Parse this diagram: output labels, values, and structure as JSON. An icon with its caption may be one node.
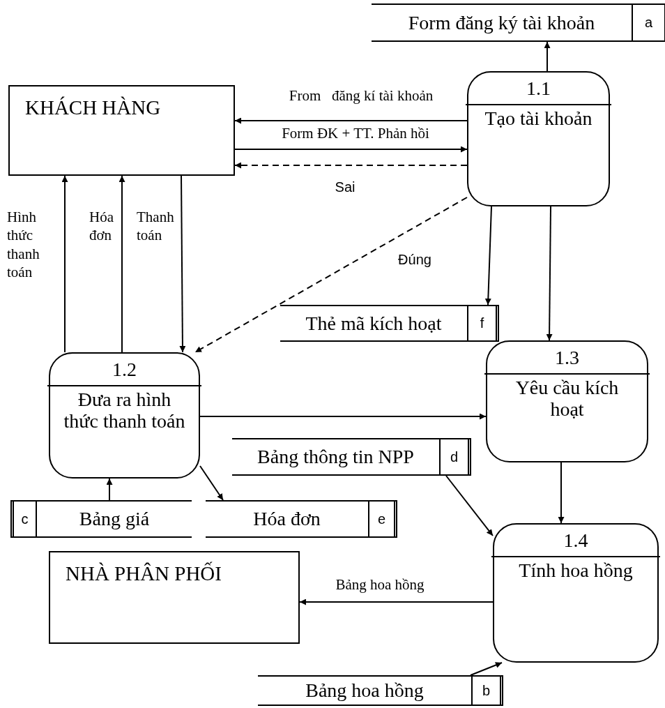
{
  "diagram": {
    "nodes": [
      {
        "text": [
          "Form đăng ký tài khoản",
          "a"
        ]
      },
      {
        "text": [
          "KHÁCH HÀNG"
        ]
      },
      {
        "text": [
          "1.1",
          "Tạo tài khoản"
        ]
      },
      {
        "text": [
          "Thẻ mã kích hoạt",
          "f"
        ]
      },
      {
        "text": [
          "1.2",
          "Đưa ra hình thức thanh toán"
        ]
      },
      {
        "text": [
          "1.3",
          "Yêu cầu kích hoạt"
        ]
      },
      {
        "text": [
          "Bảng thông tin NPP",
          "d"
        ]
      },
      {
        "text": [
          "c",
          "Bảng giá"
        ]
      },
      {
        "text": [
          "Hóa đơn",
          "e"
        ]
      },
      {
        "text": [
          "NHÀ PHÂN PHỐI"
        ]
      },
      {
        "text": [
          "1.4",
          "Tính hoa hồng"
        ]
      },
      {
        "text": [
          "Bảng hoa hồng",
          "b"
        ]
      }
    ],
    "edges": [
      {
        "from": 2,
        "to": 0,
        "arrow": "to"
      },
      {
        "from": 2,
        "to": 1,
        "arrow": "to",
        "label": "From   đăng kí tài khoản"
      },
      {
        "from": 1,
        "to": 2,
        "arrow": "to",
        "label": "Form ĐK + TT. Phản hồi"
      },
      {
        "from": 2,
        "to": 1,
        "arrow": "to",
        "label": "Sai",
        "style": "dashed"
      },
      {
        "from": 4,
        "to": 1,
        "arrow": "to",
        "label": "Hình thức thanh toán"
      },
      {
        "from": 4,
        "to": 1,
        "arrow": "to",
        "label": "Hóa đơn"
      },
      {
        "from": 1,
        "to": 4,
        "arrow": "to",
        "label": "Thanh toán"
      },
      {
        "from": 2,
        "to": 4,
        "arrow": "to",
        "label": "Đúng",
        "style": "dashed"
      },
      {
        "from": 2,
        "to": 3,
        "arrow": "to"
      },
      {
        "from": 2,
        "to": 5,
        "arrow": "to"
      },
      {
        "from": 4,
        "to": 5,
        "arrow": "to"
      },
      {
        "from": 4,
        "to": 8,
        "arrow": "to"
      },
      {
        "from": 7,
        "to": 4,
        "arrow": "to"
      },
      {
        "from": 6,
        "to": 10,
        "arrow": "to"
      },
      {
        "from": 5,
        "to": 10,
        "arrow": "to"
      },
      {
        "from": 10,
        "to": 9,
        "arrow": "to",
        "label": "Bảng hoa hồng"
      },
      {
        "from": 11,
        "to": 10,
        "arrow": "to"
      }
    ]
  }
}
